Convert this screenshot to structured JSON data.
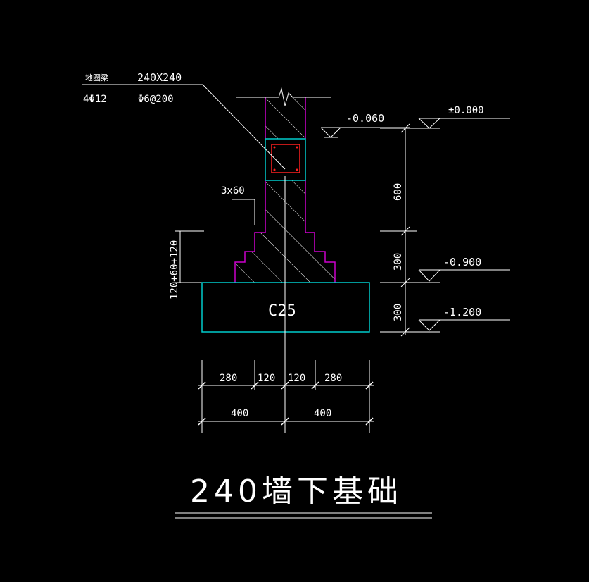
{
  "beam_label": {
    "name": "地圈梁",
    "section": "240X240",
    "main_rebar": "4Φ12",
    "stirrup": "Φ6@200"
  },
  "step_label": "3x60",
  "step_dim_label": "120+60+120",
  "concrete_grade": "C25",
  "elevations": {
    "ground": "±0.000",
    "outside": "-0.060",
    "mid": "-0.900",
    "bottom": "-1.200"
  },
  "vertical_dims": [
    "600",
    "300",
    "300"
  ],
  "horizontal_dims_top": [
    "280",
    "120",
    "120",
    "280"
  ],
  "horizontal_dims_bottom": [
    "400",
    "400"
  ],
  "title": "240墙下基础",
  "colors": {
    "background": "#000000",
    "lines": "#ffffff",
    "footing": "#00cccc",
    "wall_outline": "#cc00cc",
    "rebar": "#ff2020"
  }
}
